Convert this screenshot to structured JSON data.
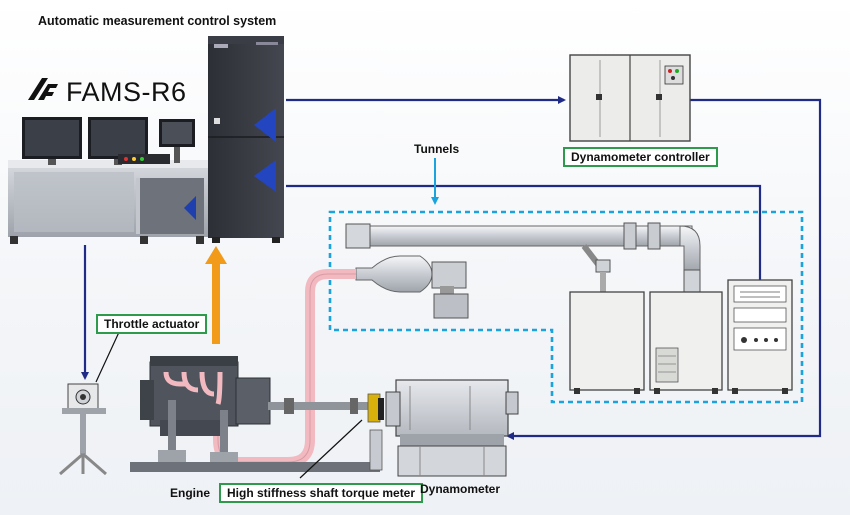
{
  "title": "Automatic measurement control system",
  "brand": "FAMS-R6",
  "labels": {
    "tunnels": "Tunnels",
    "dynamometer_controller": "Dynamometer controller",
    "throttle_actuator": "Throttle actuator",
    "engine": "Engine",
    "torque_meter": "High stiffness shaft torque meter",
    "dynamometer": "Dynamometer"
  },
  "colors": {
    "signal_line": "#1f2b86",
    "engine_arrow": "#f29a1a",
    "tunnel_outline": "#1aa3dd",
    "label_border": "#2e9a4c",
    "exhaust_pipe": "#f3b9c0"
  }
}
